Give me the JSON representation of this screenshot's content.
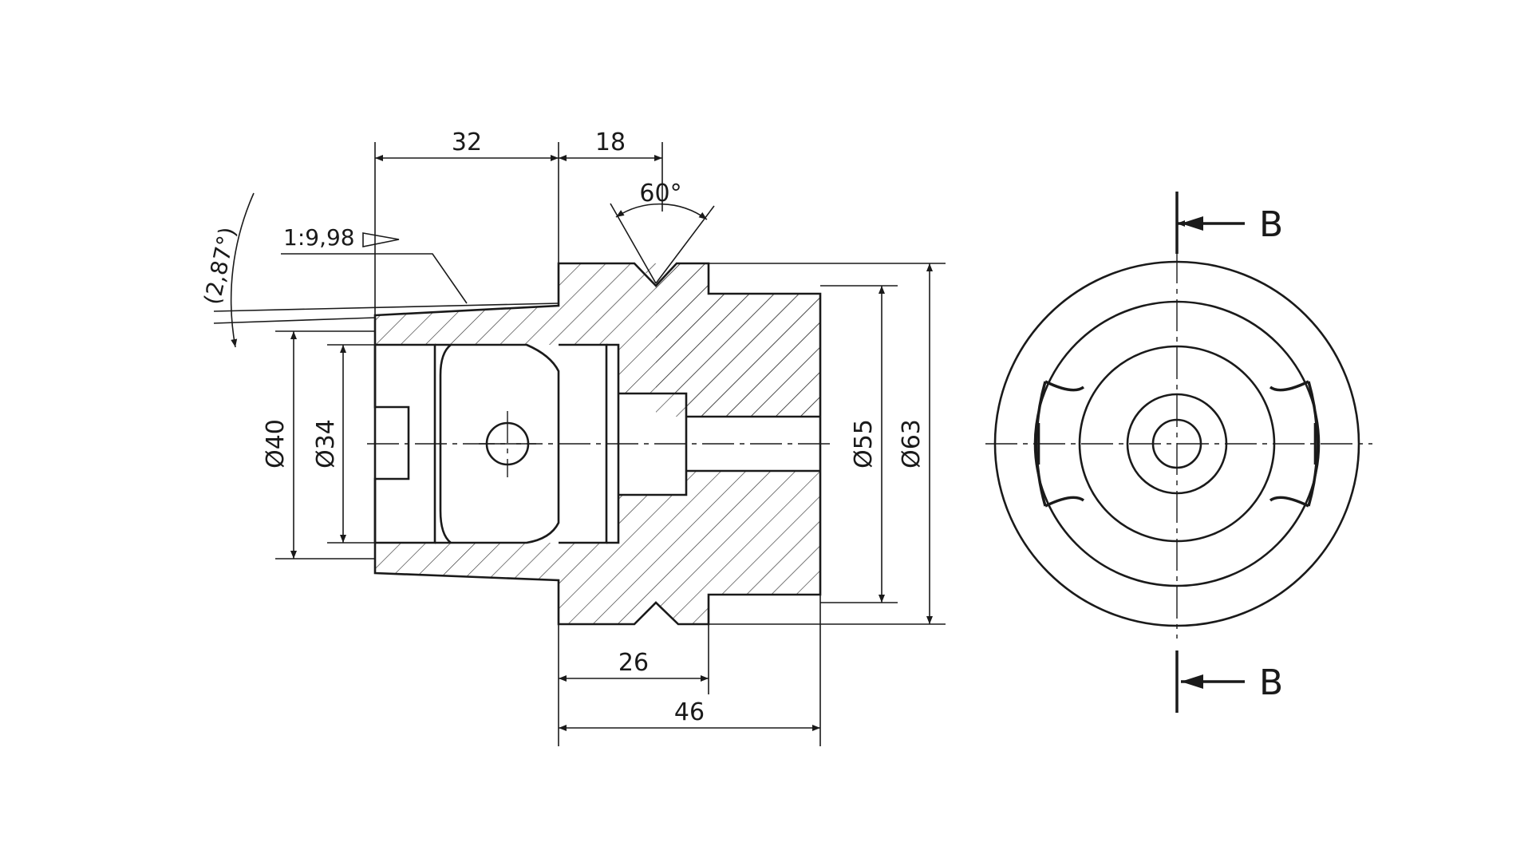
{
  "drawing": {
    "dimensions": {
      "length_32": "32",
      "length_18": "18",
      "angle_60": "60°",
      "taper_ratio": "1:9,98",
      "taper_angle": "(2,87°)",
      "dia_40": "Ø40",
      "dia_34": "Ø34",
      "dia_55": "Ø55",
      "dia_63": "Ø63",
      "length_26": "26",
      "length_46": "46"
    },
    "section_marks": {
      "top": "B",
      "bottom": "B"
    }
  }
}
